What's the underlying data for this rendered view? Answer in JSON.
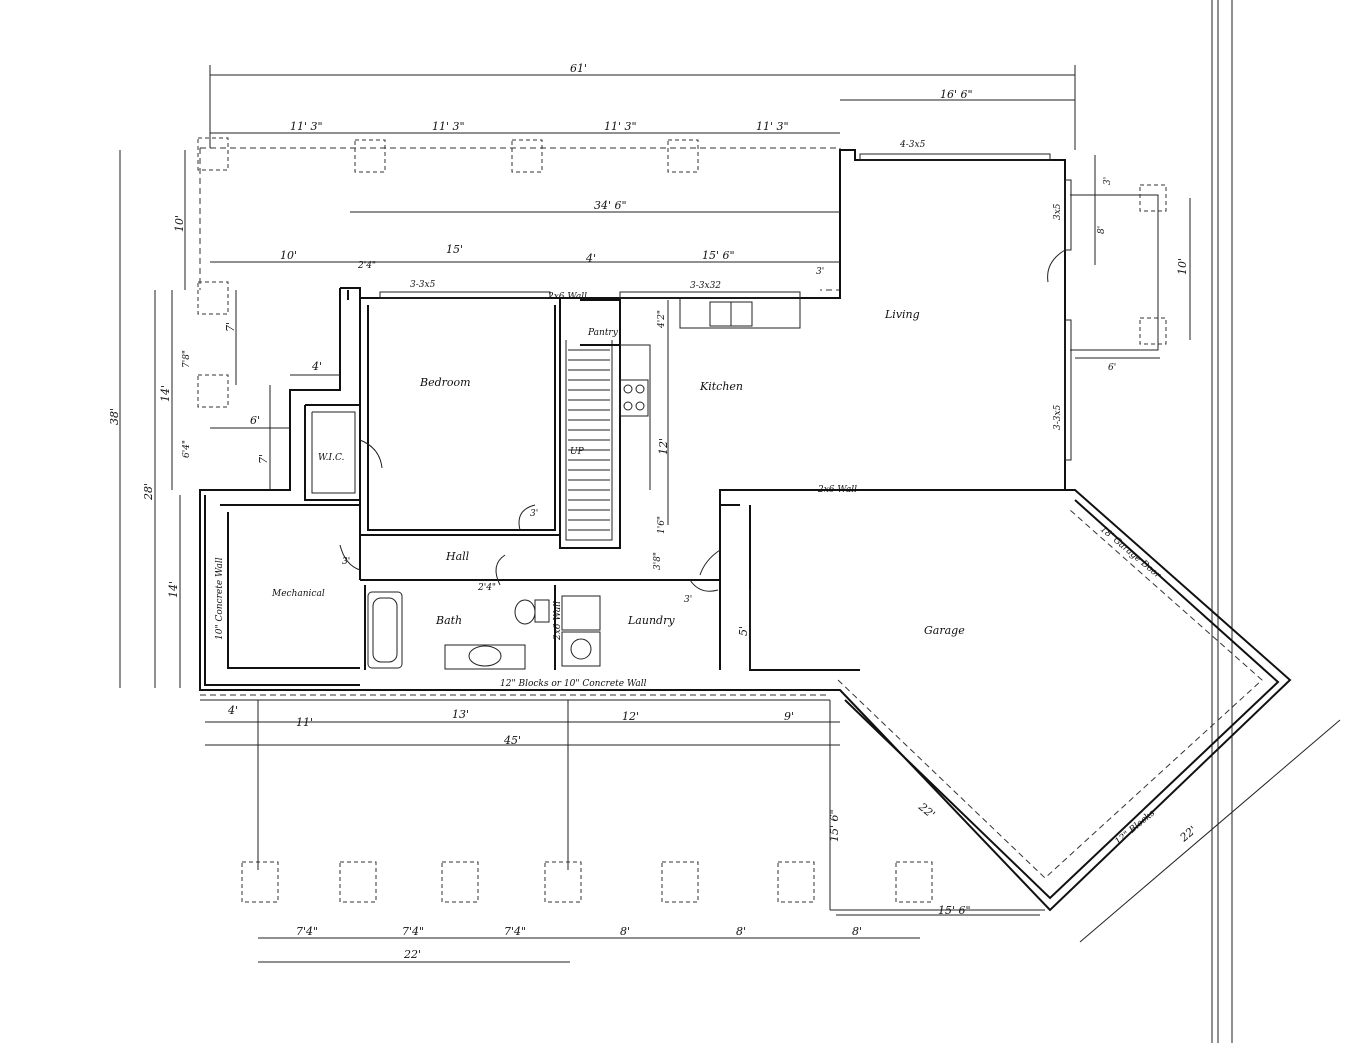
{
  "drawing": {
    "rooms": {
      "bedroom": "Bedroom",
      "living": "Living",
      "kitchen": "Kitchen",
      "pantry": "Pantry",
      "wic": "W.I.C.",
      "hall": "Hall",
      "mechanical": "Mechanical",
      "bath": "Bath",
      "laundry": "Laundry",
      "garage": "Garage",
      "up": "UP"
    },
    "notes": {
      "south_wall": "12\" Blocks or 10\" Concrete Wall",
      "west_wall": "10\" Concrete Wall",
      "wall_2x6_top": "2x6 Wall",
      "wall_2x6_garage": "2x6 Wall",
      "wall_2x6_bath": "2x6 Wall",
      "garage_door": "18' Garage Door",
      "garage_blocks": "12\" Blocks"
    },
    "windows": {
      "w_top_right": "4-3x5",
      "w_top_left": "3-3x5",
      "w_top_mid": "3-3x32",
      "w_east_top": "3x5",
      "w_east_low": "3-3x5"
    },
    "dimensions": {
      "overall_width": "61'",
      "east_offset": "16' 6\"",
      "bay_1": "11' 3\"",
      "bay_2": "11' 3\"",
      "bay_3": "11' 3\"",
      "bay_4": "11' 3\"",
      "inner_width": "34' 6\"",
      "seg_10": "10'",
      "seg_15": "15'",
      "seg_2_4": "2'4\"",
      "seg_4": "4'",
      "seg_15_6": "15' 6\"",
      "seg_3": "3'",
      "left_38": "38'",
      "left_10": "10'",
      "left_28": "28'",
      "left_14a": "14'",
      "left_14b": "14'",
      "left_7_8": "7'8\"",
      "left_6_4": "6'4\"",
      "left_7a": "7'",
      "left_7b": "7'",
      "left_4": "4'",
      "left_6": "6'",
      "east_10": "10'",
      "east_3": "3'",
      "east_8": "8'",
      "east_6": "6'",
      "kitchen_12": "12'",
      "kitchen_4_2": "4'2\"",
      "kitchen_1_6": "1'6\"",
      "stair_3_8": "3'8\"",
      "door_3a": "3'",
      "door_3b": "3'",
      "door_2_4": "2'4\"",
      "door_3c": "3'",
      "garage_5": "5'",
      "bot_4": "4'",
      "bot_11": "11'",
      "bot_13": "13'",
      "bot_12": "12'",
      "bot_9": "9'",
      "bot_45": "45'",
      "garage_22a": "22'",
      "garage_22b": "22'",
      "porch_15_6": "15' 6\"",
      "porch_15_6b": "15' 6\"",
      "pier_7_4a": "7'4\"",
      "pier_7_4b": "7'4\"",
      "pier_7_4c": "7'4\"",
      "pier_8a": "8'",
      "pier_8b": "8'",
      "pier_8c": "8'",
      "pier_22": "22'"
    }
  }
}
